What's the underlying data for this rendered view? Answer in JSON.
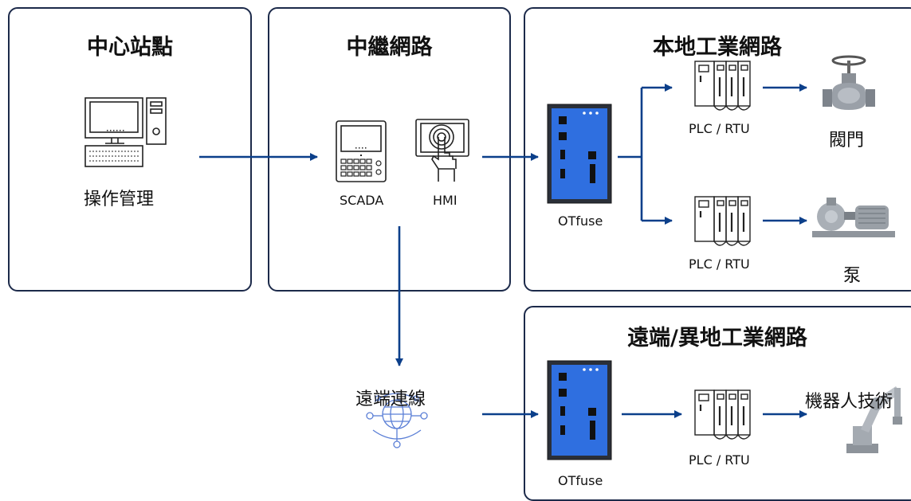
{
  "panels": {
    "center": {
      "title": "中心站點"
    },
    "relay": {
      "title": "中繼網路"
    },
    "local": {
      "title": "本地工業網路"
    },
    "remote": {
      "title": "遠端/異地工業網路"
    }
  },
  "nodes": {
    "ops": "操作管理",
    "scada": "SCADA",
    "hmi": "HMI",
    "otfuse_local": "OTfuse",
    "plc_top": "PLC / RTU",
    "plc_bottom": "PLC / RTU",
    "valve": "閥門",
    "pump": "泵",
    "remote_link": "遠端連線",
    "otfuse_remote": "OTfuse",
    "plc_remote": "PLC / RTU",
    "robot": "機器人技術"
  },
  "colors": {
    "arrow": "#0b3f8a",
    "panel_border": "#1c2a4a",
    "otfuse_blue": "#2f6fe0"
  }
}
